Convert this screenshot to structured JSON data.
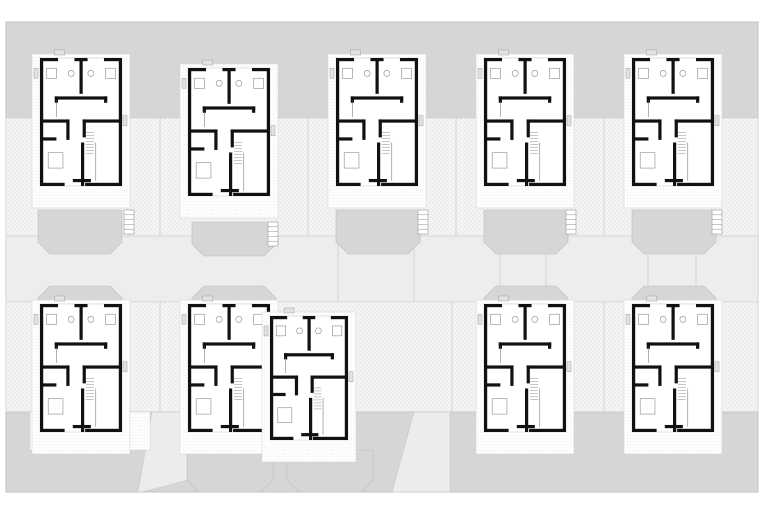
{
  "drawing": {
    "type": "site-floor-plan",
    "colors": {
      "background": "#ffffff",
      "paving": "#f2f2f2",
      "gray_zone": "#d6d6d6",
      "wall": "#111111",
      "hatch": "#d9d9d9"
    },
    "icons": [
      "floor-plan-icon",
      "stair-icon",
      "bathroom-fixture-icon"
    ],
    "upper_row_count": 5,
    "lower_row_count": 5
  }
}
